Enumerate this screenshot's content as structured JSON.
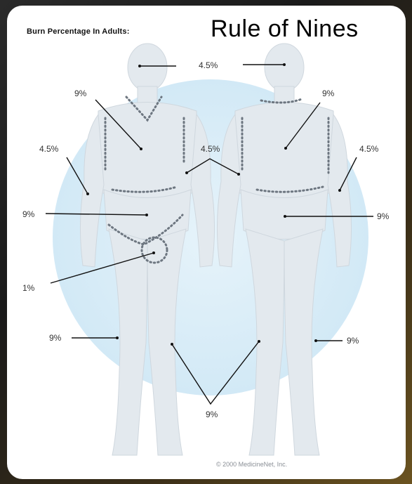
{
  "header": {
    "subtitle": "Burn Percentage In Adults:",
    "title": "Rule of Nines"
  },
  "labels": {
    "head": "4.5%",
    "front_torso": "9%",
    "back_torso": "9%",
    "left_arm": "4.5%",
    "center_arm": "4.5%",
    "right_arm": "4.5%",
    "front_abdomen": "9%",
    "back_lower": "9%",
    "genital": "1%",
    "left_leg": "9%",
    "right_leg": "9%",
    "lower_legs": "9%"
  },
  "footer": {
    "copyright": "© 2000 MedicineNet, Inc."
  },
  "colors": {
    "figure": "#dfe6ec",
    "circle": "#d8ecf7",
    "dots": "#6d7680",
    "leaders": "#111111"
  }
}
